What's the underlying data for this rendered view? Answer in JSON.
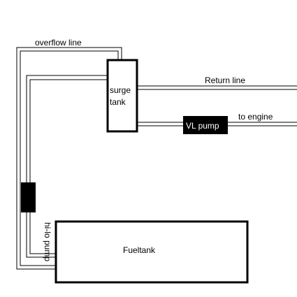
{
  "labels": {
    "overflow_line": "overflow line",
    "surge_line1": "surge",
    "surge_line2": "tank",
    "return_line": "Return line",
    "to_engine": "to engine",
    "vl_pump": "VL pump",
    "hilo_pump": "hi-lo pump",
    "fueltank": "Fueltank"
  }
}
